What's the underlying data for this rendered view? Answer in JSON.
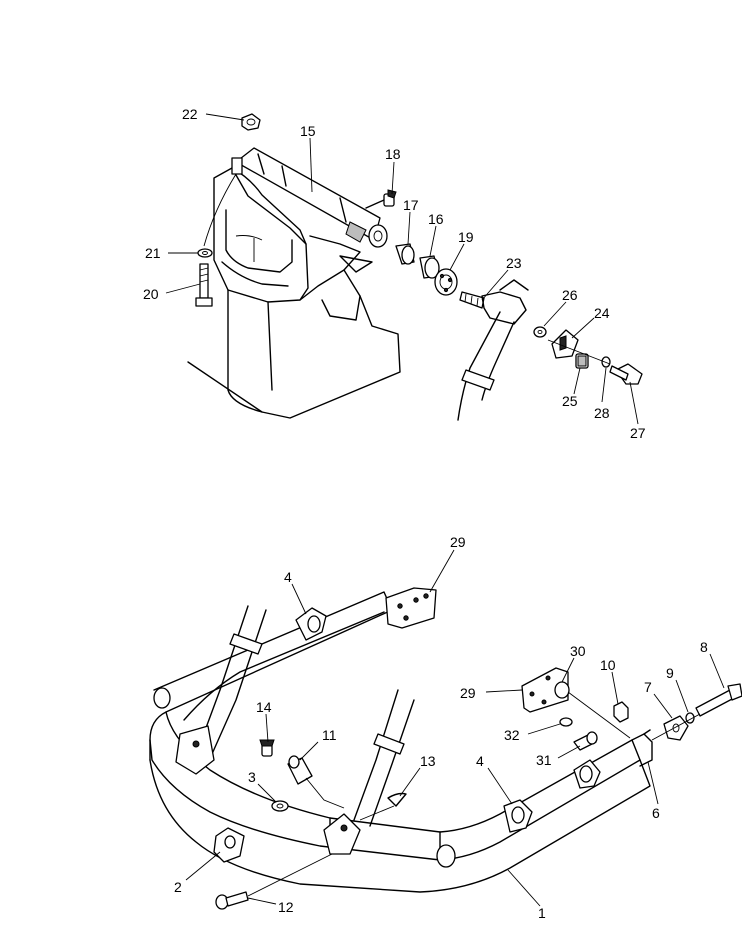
{
  "callouts": {
    "c1": "1",
    "c2": "2",
    "c3": "3",
    "c4a": "4",
    "c4b": "4",
    "c6": "6",
    "c7": "7",
    "c8": "8",
    "c9": "9",
    "c10": "10",
    "c11": "11",
    "c12": "12",
    "c13": "13",
    "c14": "14",
    "c15": "15",
    "c16": "16",
    "c17": "17",
    "c18": "18",
    "c19": "19",
    "c20": "20",
    "c21": "21",
    "c22": "22",
    "c23": "23",
    "c24": "24",
    "c25": "25",
    "c26": "26",
    "c27": "27",
    "c28": "28",
    "c29a": "29",
    "c29b": "29",
    "c30": "30",
    "c31": "31",
    "c32": "32"
  }
}
